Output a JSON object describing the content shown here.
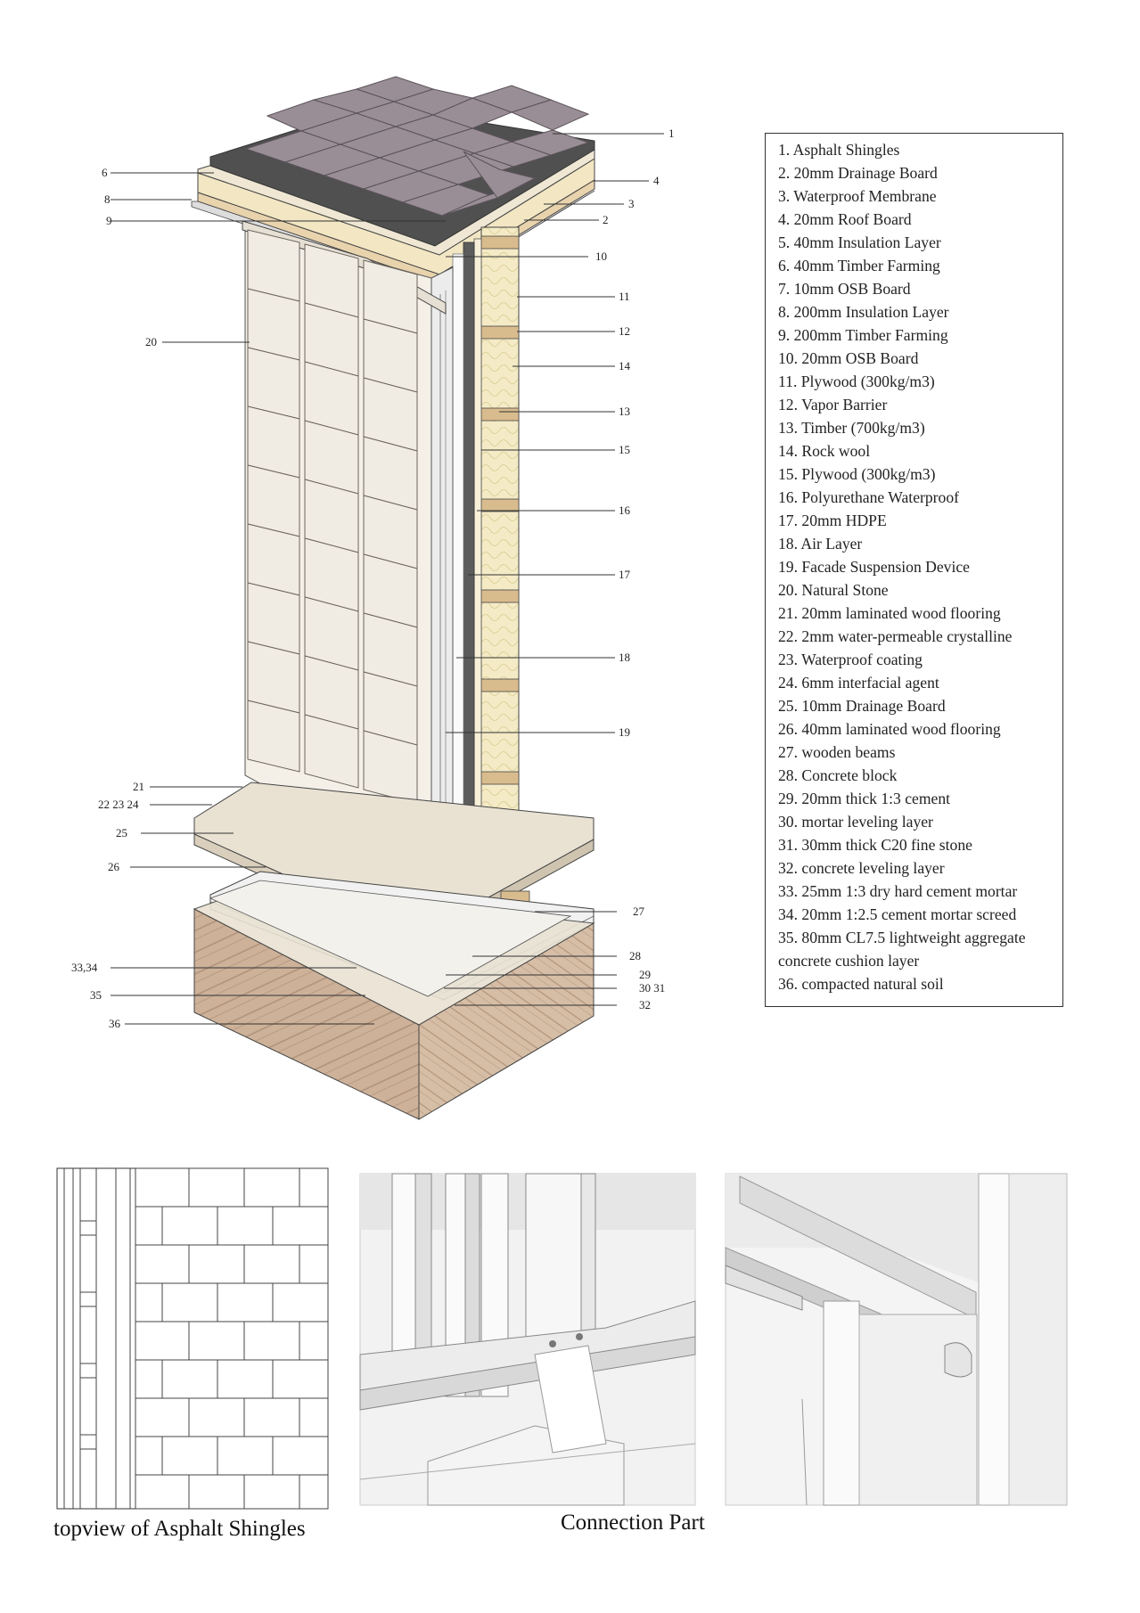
{
  "legend": [
    "1.  Asphalt Shingles",
    "2.  20mm Drainage Board",
    "3.  Waterproof Membrane",
    "4.  20mm Roof Board",
    "5.  40mm Insulation Layer",
    "6.  40mm Timber Farming",
    "7.  10mm OSB Board",
    "8.  200mm Insulation Layer",
    "9.  200mm Timber Farming",
    "10. 20mm OSB Board",
    "11. Plywood (300kg/m3)",
    "12. Vapor Barrier",
    "13. Timber (700kg/m3)",
    "14. Rock wool",
    "15. Plywood (300kg/m3)",
    "16. Polyurethane Waterproof",
    "17. 20mm HDPE",
    "18. Air Layer",
    "19. Facade Suspension Device",
    "20. Natural Stone",
    "21. 20mm laminated wood flooring",
    "22. 2mm water-permeable crystalline",
    "23. Waterproof coating",
    "24. 6mm interfacial agent",
    "25. 10mm Drainage Board",
    "26. 40mm laminated wood flooring",
    "27. wooden beams",
    "28.  Concrete block",
    "29. 20mm thick 1:3 cement",
    "30. mortar leveling layer",
    "31. 30mm thick C20 fine stone",
    "32. concrete leveling layer",
    "33. 25mm 1:3 dry hard cement mortar",
    "34. 20mm 1:2.5 cement mortar screed",
    "35. 80mm CL7.5 lightweight aggregate",
    "concrete cushion layer",
    "36. compacted natural soil"
  ],
  "callouts": {
    "c1": "1",
    "c2": "2",
    "c3": "3",
    "c4": "4",
    "c6": "6",
    "c8": "8",
    "c9": "9",
    "c10": "10",
    "c11": "11",
    "c12": "12",
    "c13": "13",
    "c14": "14",
    "c15": "15",
    "c16": "16",
    "c17": "17",
    "c18": "18",
    "c19": "19",
    "c20": "20",
    "c21": "21",
    "c222324": "22 23 24",
    "c25": "25",
    "c26": "26",
    "c27": "27",
    "c28": "28",
    "c29": "29",
    "c3031": "30  31",
    "c32": "32",
    "c3334": "33,34",
    "c35": "35",
    "c36": "36"
  },
  "captions": {
    "topview": "topview of Asphalt Shingles",
    "connection": "Connection Part"
  },
  "colors": {
    "shingle": "#9a8e96",
    "stone": "#f1ece3",
    "insulation": "#f3e9c4",
    "timber": "#e3c9a6",
    "soil": "#c9ad92",
    "membrane": "#555555"
  }
}
